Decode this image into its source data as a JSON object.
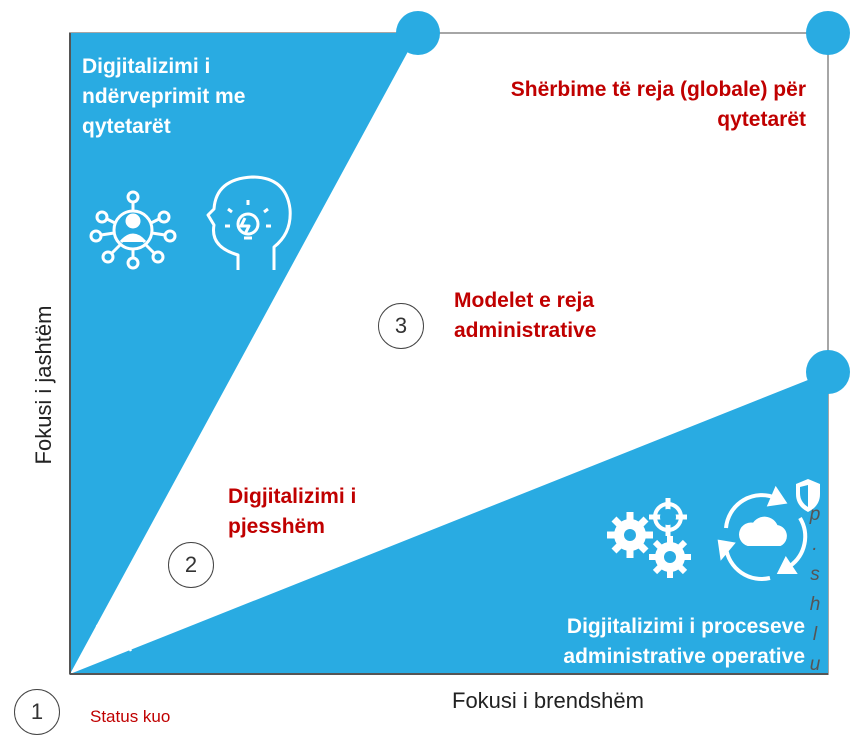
{
  "colors": {
    "accent": "#29abe2",
    "emphasis": "#c00000",
    "text": "#ffffff"
  },
  "quadrants": {
    "top_left": "Digjitalizimi i ndërveprimit me qytetarët",
    "top_right": "Shërbime të reja (globale) për qytetarët",
    "middle": "Modelet e reja administrative",
    "lower": "Digjitalizimi i pjesshëm",
    "bottom_right": "Digjitalizimi i proceseve administrative operative",
    "origin": "Status kuo"
  },
  "numbers": {
    "n1": "1",
    "n2": "2",
    "n3": "3"
  },
  "axes": {
    "x_label": "Fokusi i brendshëm",
    "y_label": "Fokusi i jashtëm"
  },
  "icons": [
    "network-person-icon",
    "head-lightbulb-icon",
    "gears-icon",
    "cloud-cycle-icon",
    "shield-icon"
  ],
  "overflow_text": [
    "p",
    ".",
    "s",
    "h",
    "l",
    "u"
  ]
}
